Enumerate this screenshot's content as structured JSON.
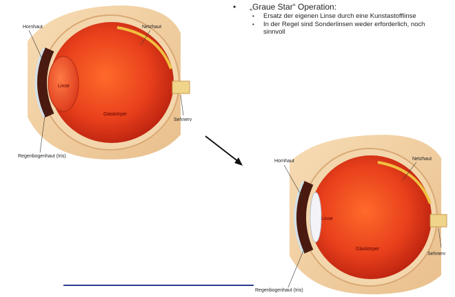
{
  "bullets": {
    "main": "„Graue Star“ Operation:",
    "sub": [
      "Ersatz der eigenen Linse durch eine Kunstastofflinse",
      "In der Regel sind Sonderlinsen weder erforderlich, noch sinnvoll"
    ]
  },
  "eye_before": {
    "hornhaut": "Hornhaut",
    "netzhaut": "Netzhaut",
    "linse": "Linse",
    "glaskoerper": "Glaskörper",
    "sehnerv": "Sehnerv",
    "iris": "Regenbogenhaut (Iris)"
  },
  "eye_after": {
    "hornhaut": "Hornhaut",
    "netzhaut": "Netzhaut",
    "linse": "Linse",
    "glaskoerper": "Glaskörper",
    "sehnerv": "Sehnerv",
    "iris": "Regenbogenhaut (Iris)"
  },
  "colors": {
    "eye_red": "#e8401c",
    "sclera": "#f2cfa0",
    "arrow": "#111111",
    "footer_line": "#2b3a8f"
  }
}
